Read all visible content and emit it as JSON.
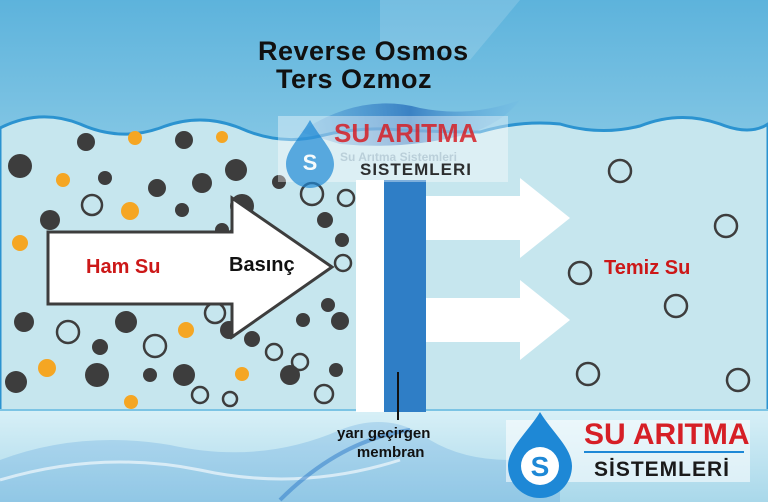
{
  "title": {
    "line1": "Reverse Osmos",
    "line2": "Ters Ozmoz"
  },
  "labels": {
    "raw_water": "Ham Su",
    "pressure": "Basınç",
    "clean_water": "Temiz Su",
    "membrane_line1": "yarı geçirgen",
    "membrane_line2": "membran"
  },
  "watermark": {
    "title": "SU ARITMA",
    "subtitle": "SISTEMLERI",
    "faint_text": "Su Arıtma Sistemleri"
  },
  "logo": {
    "title": "SU ARITMA",
    "subtitle": "SİSTEMLERİ"
  },
  "colors": {
    "water": "#c6e6ee",
    "sky": "#7fc4e0",
    "membrane_blue": "#2f7ec6",
    "label_red": "#cc1818",
    "particle_dark": "#3d3d3d",
    "particle_orange": "#f5a623",
    "logo_blue": "#1e88d6",
    "logo_red": "#d61f26"
  },
  "icons": [
    "water-drop-logo-icon",
    "water-drop-watermark-icon",
    "arrow-right-icon"
  ]
}
